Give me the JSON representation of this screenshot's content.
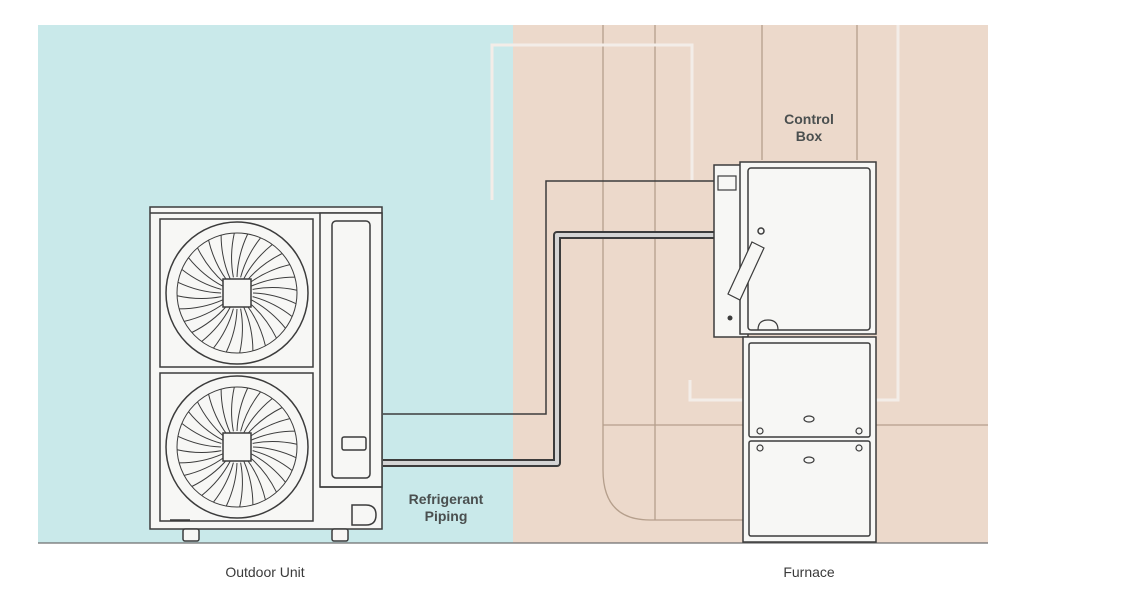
{
  "colors": {
    "outdoor_bg": "#c9e9ea",
    "indoor_bg": "#ecd9cb",
    "indoor_lines": "#b59f8c",
    "outline": "#3c3c3c",
    "unit_fill": "#f7f7f5"
  },
  "labels": {
    "outdoor_unit": "Outdoor Unit",
    "furnace": "Furnace",
    "refrigerant_line1": "Refrigerant",
    "refrigerant_line2": "Piping",
    "control_line1": "Control",
    "control_line2": "Box"
  }
}
